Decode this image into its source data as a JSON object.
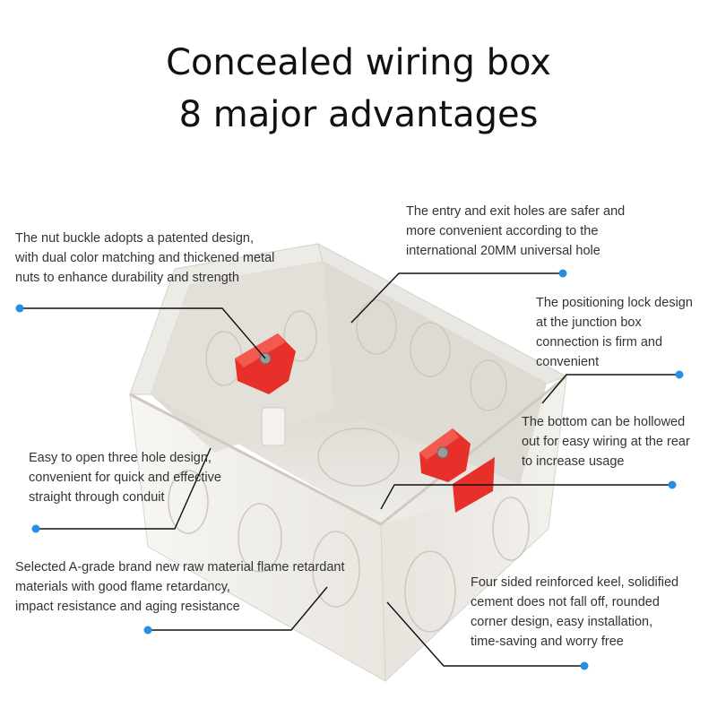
{
  "header": {
    "title_line_1": "Concealed wiring box",
    "title_line_2": "8 major advantages"
  },
  "callouts": {
    "entry_holes": [
      "The entry and exit holes are safer and",
      "more convenient according to the",
      "international 20MM universal hole"
    ],
    "nut_buckle": [
      "The nut buckle adopts a patented design,",
      "with dual color matching and thickened metal",
      "nuts to enhance durability and strength"
    ],
    "positioning_lock": [
      "The positioning lock design",
      "at the junction box",
      "connection is firm and",
      "convenient"
    ],
    "bottom_hollow": [
      "The bottom can be hollowed",
      "out for easy wiring at the rear",
      "to increase usage"
    ],
    "three_hole": [
      "Easy to open three hole design,",
      "convenient for quick and effective",
      "straight through conduit"
    ],
    "material": [
      "Selected A-grade brand new raw material flame retardant",
      "materials with good flame retardancy,",
      "impact resistance and aging resistance"
    ],
    "keel": [
      "Four sided reinforced keel, solidified",
      "cement does not fall off, rounded",
      "corner design, easy installation,",
      "time-saving and worry free"
    ]
  },
  "colors": {
    "dot": "#2a8ee0",
    "box_body": "#f1efea",
    "nut_red": "#e8302a"
  }
}
